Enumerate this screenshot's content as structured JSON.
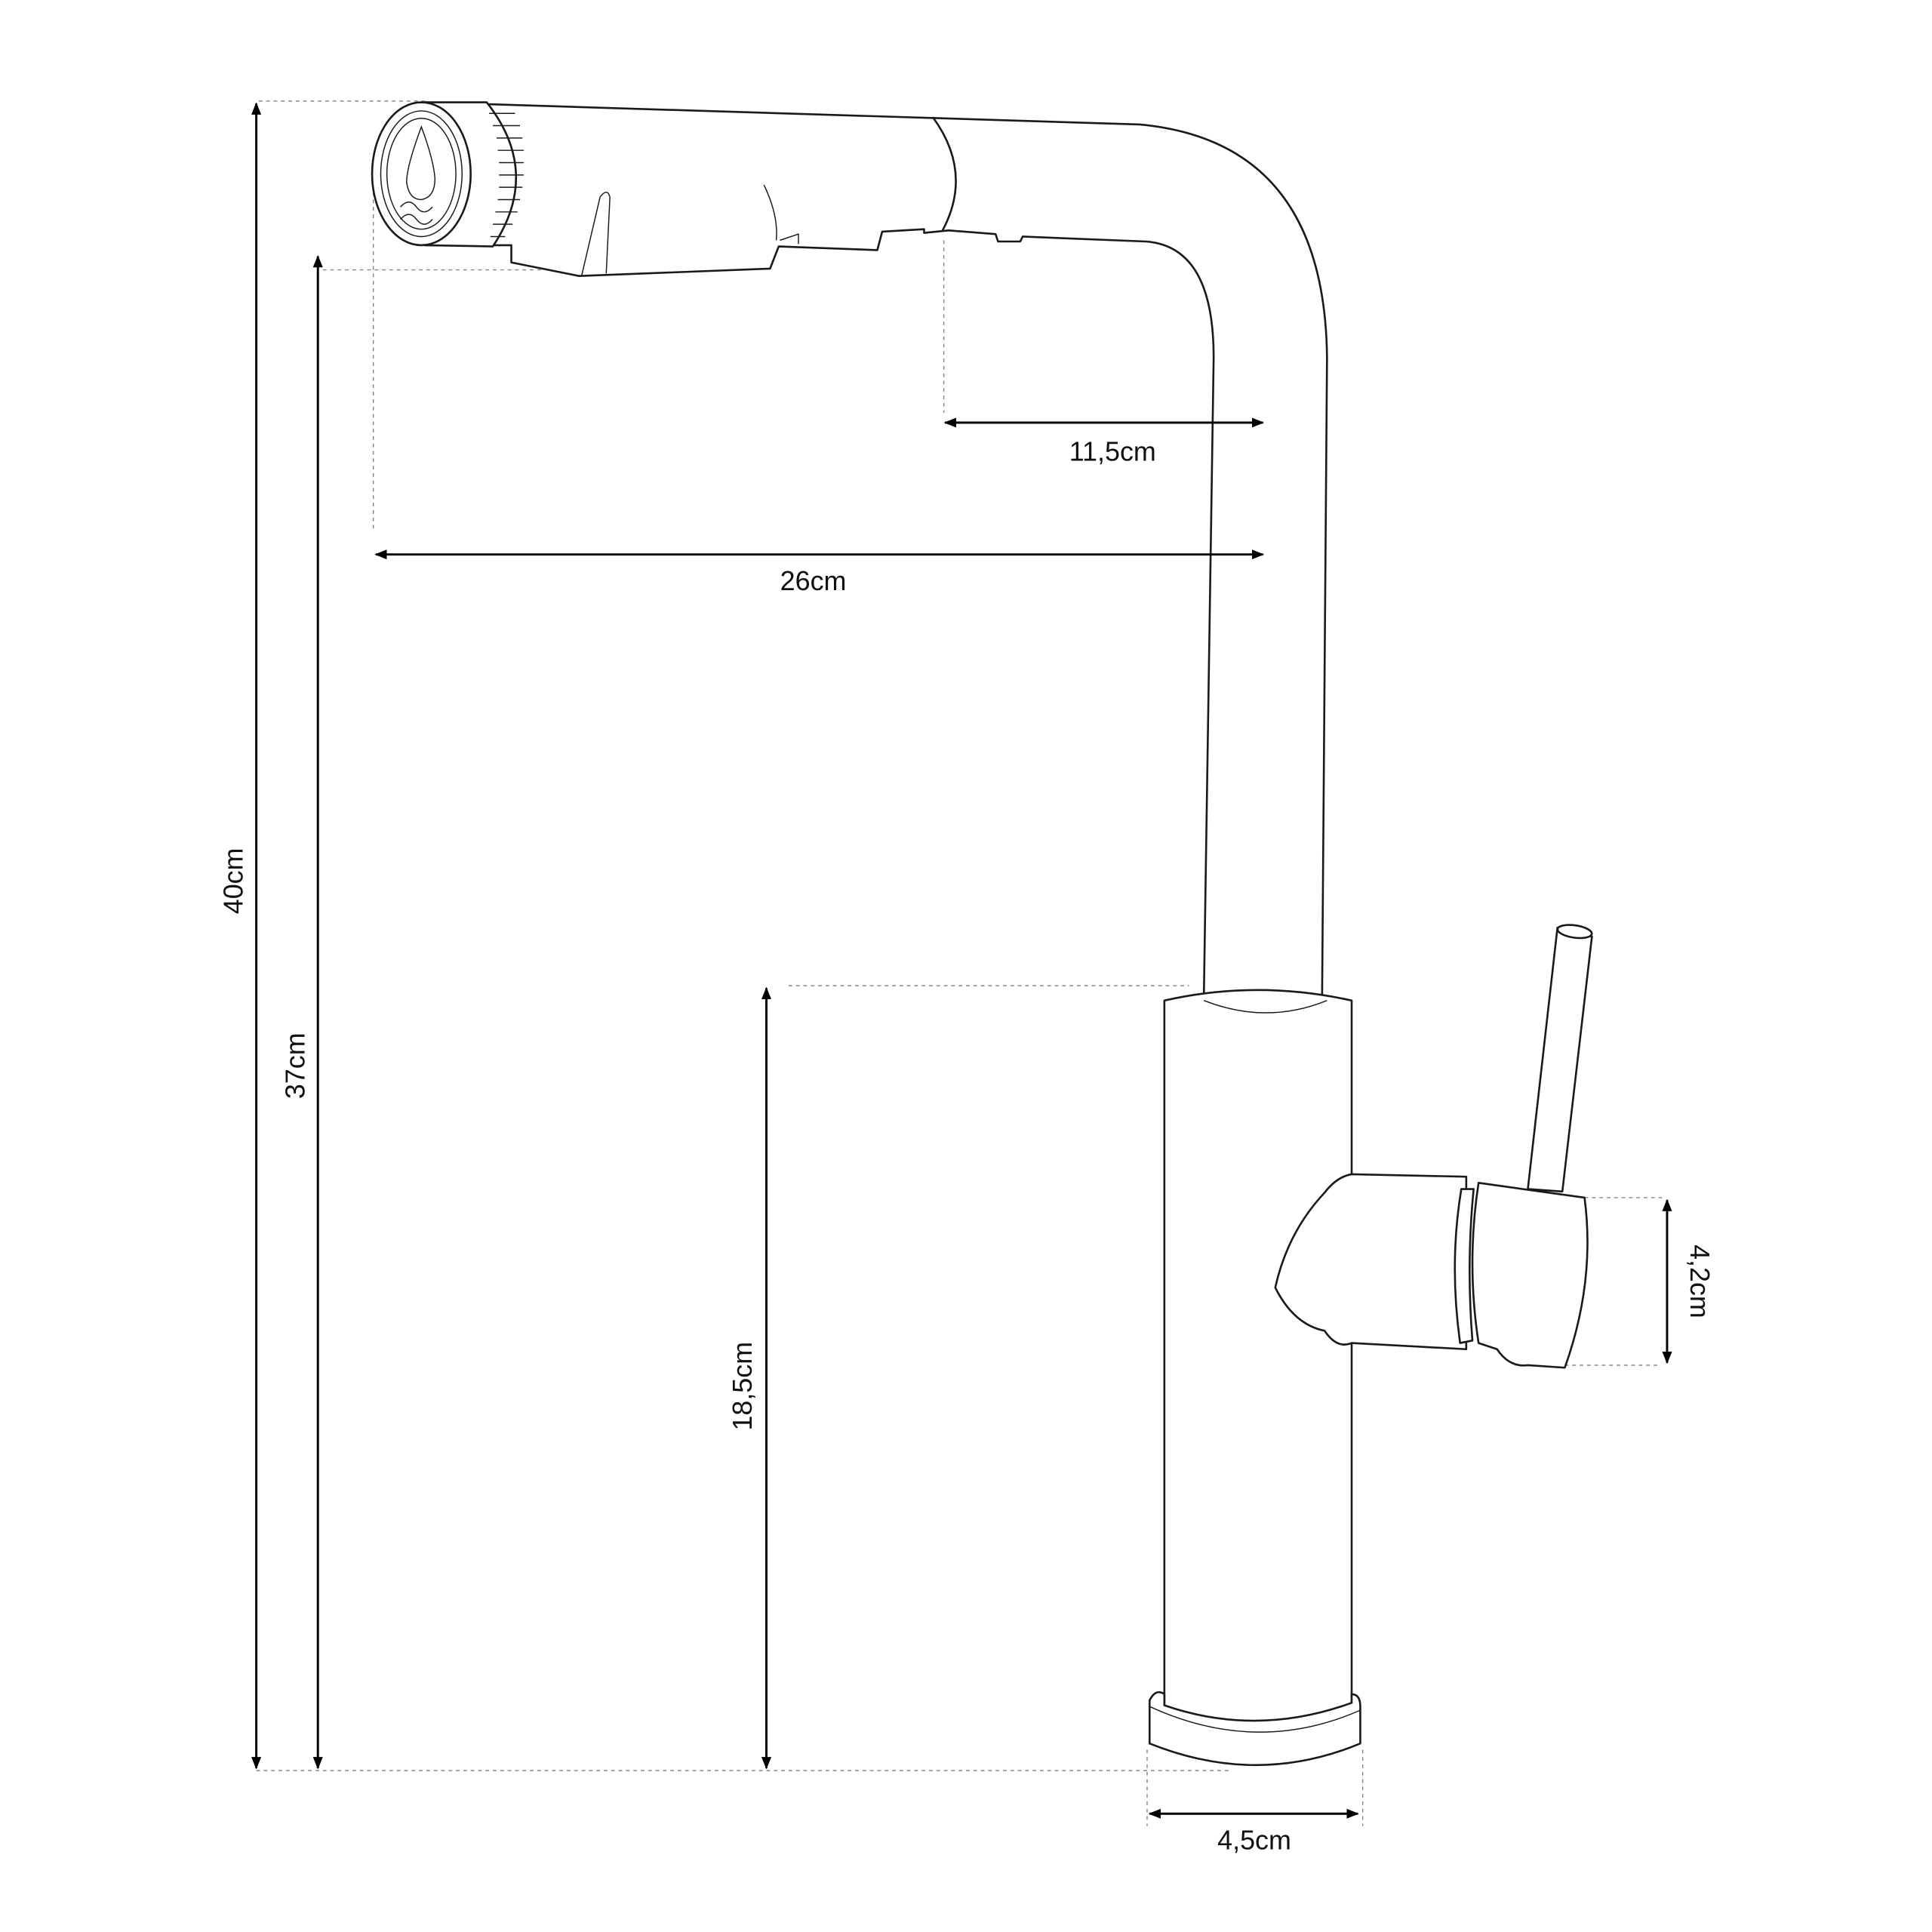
{
  "title": "Faucet dimension drawing",
  "dimensions": {
    "total_height": "40cm",
    "spout_outlet_height": "37cm",
    "body_height": "18,5cm",
    "spout_reach": "26cm",
    "pullout_length": "11,5cm",
    "base_diameter": "4,5cm",
    "handle_diameter": "4,2cm"
  },
  "colors": {
    "line": "#1a1a1a",
    "background": "#ffffff"
  }
}
